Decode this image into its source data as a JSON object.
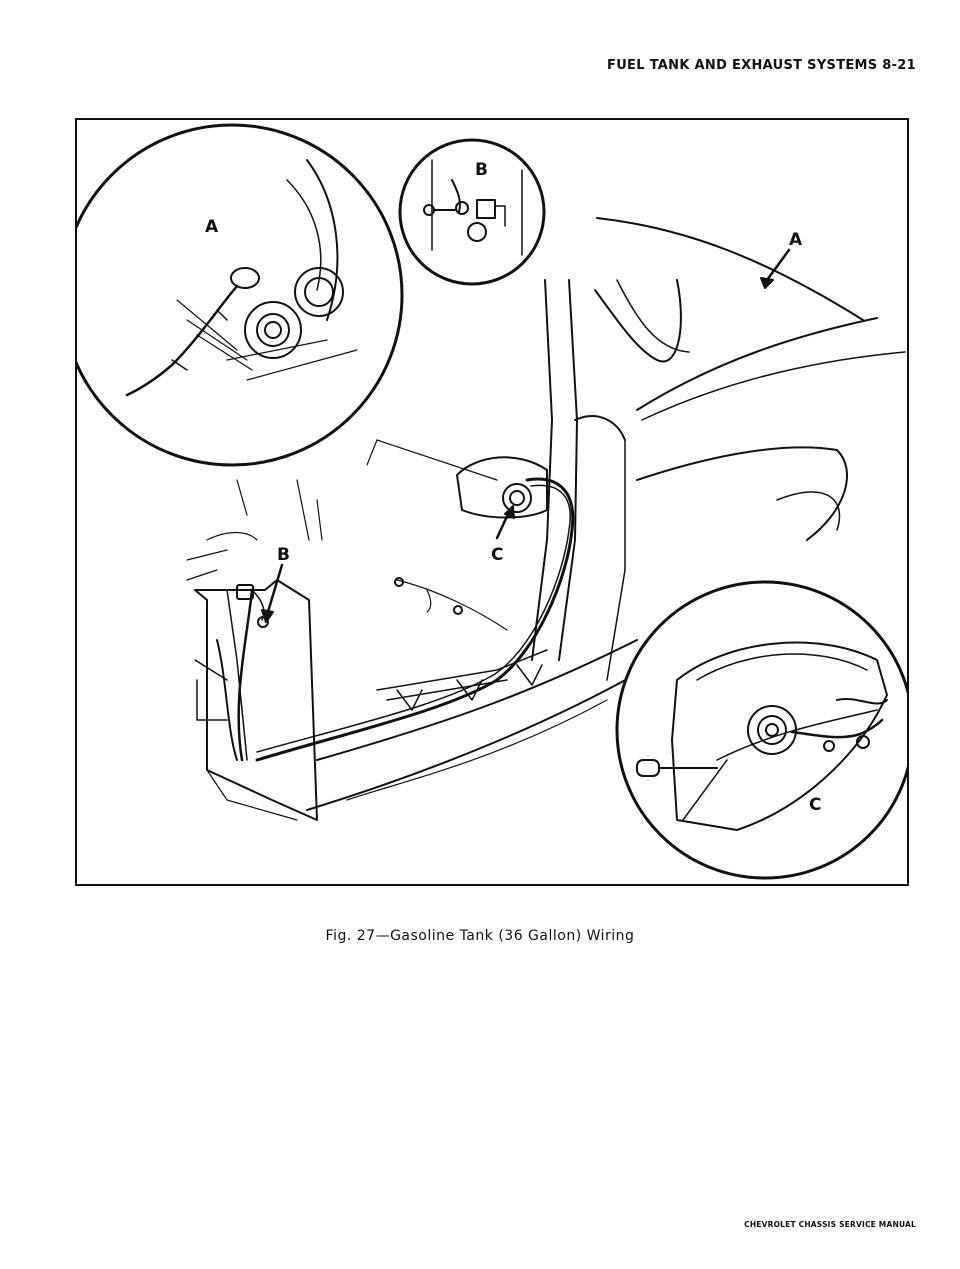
{
  "header": {
    "title": "FUEL TANK AND EXHAUST SYSTEMS 8-21"
  },
  "figure": {
    "callouts": {
      "a_inset": "A",
      "a_main": "A",
      "b_inset": "B",
      "b_main": "B",
      "c_main": "C",
      "c_inset": "C"
    },
    "caption": "Fig. 27—Gasoline Tank (36 Gallon) Wiring"
  },
  "footer": {
    "text": "CHEVROLET CHASSIS SERVICE MANUAL"
  }
}
